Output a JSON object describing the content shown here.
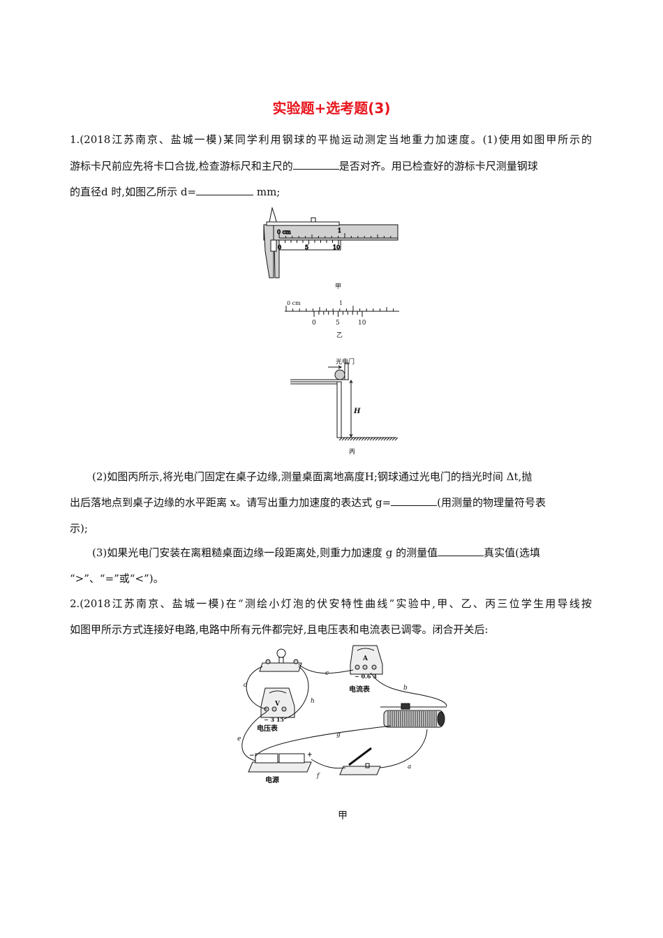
{
  "title": "实验题+选考题(3)",
  "q1": {
    "line1": "1.(2018江苏南京、盐城一模)某同学利用钢球的平抛运动测定当地重力加速度。(1)使用如图甲所示的",
    "line2a": "游标卡尺前应先将卡口合拢,检查游标尺和主尺的",
    "line2b": "是否对齐。用已检查好的游标卡尺测量钢球",
    "line3a": "的直径d 时,如图乙所示 d=",
    "line3b": " mm;",
    "p2_line1": "(2)如图丙所示,将光电门固定在桌子边缘,测量桌面离地高度H;钢球通过光电门的挡光时间 Δt,抛",
    "p2_line2a": "出后落地点到桌子边缘的水平距离 x。请写出重力加速度的表达式 g=",
    "p2_line2b": "(用测量的物理量符号表",
    "p2_line3": "示);",
    "p3_line1a": "(3)如果光电门安装在离粗糙桌面边缘一段距离处,则重力加速度 g 的测量值",
    "p3_line1b": "真实值(选填",
    "p3_line2": "“>”、“=”或“<”)。"
  },
  "q2": {
    "line1": "2.(2018江苏南京、盐城一模)在“测绘小灯泡的伏安特性曲线”实验中,甲、乙、丙三位学生用导线按",
    "line2": "如图甲所示方式连接好电路,电路中所有元件都完好,且电压表和电流表已调零。闭合开关后:"
  },
  "fig_caliper": {
    "main_zero": "0 cm",
    "main_one": "1",
    "vernier": [
      "0",
      "5",
      "10"
    ],
    "caption": "甲"
  },
  "fig_ruler": {
    "main_zero": "0 cm",
    "main_one": "1",
    "vernier": [
      "0",
      "5",
      "10"
    ],
    "caption": "乙"
  },
  "fig_table": {
    "gate_label": "光电门",
    "height_label": "H",
    "caption": "丙"
  },
  "fig_circuit": {
    "wires": {
      "a": "a",
      "b": "b",
      "c": "c",
      "d": "d",
      "e": "e",
      "f": "f",
      "g": "g",
      "h": "h"
    },
    "ammeter_symbol": "A",
    "ammeter_terminals": "− 0.6 3",
    "ammeter_label": "电流表",
    "voltmeter_symbol": "V",
    "voltmeter_terminals": "− 3 15",
    "voltmeter_label": "电压表",
    "source_label": "电源",
    "source_minus": "−",
    "source_plus": "+",
    "caption": "甲"
  },
  "colors": {
    "title": "#e8141c",
    "caliper_fill": "#d0d0d0"
  }
}
